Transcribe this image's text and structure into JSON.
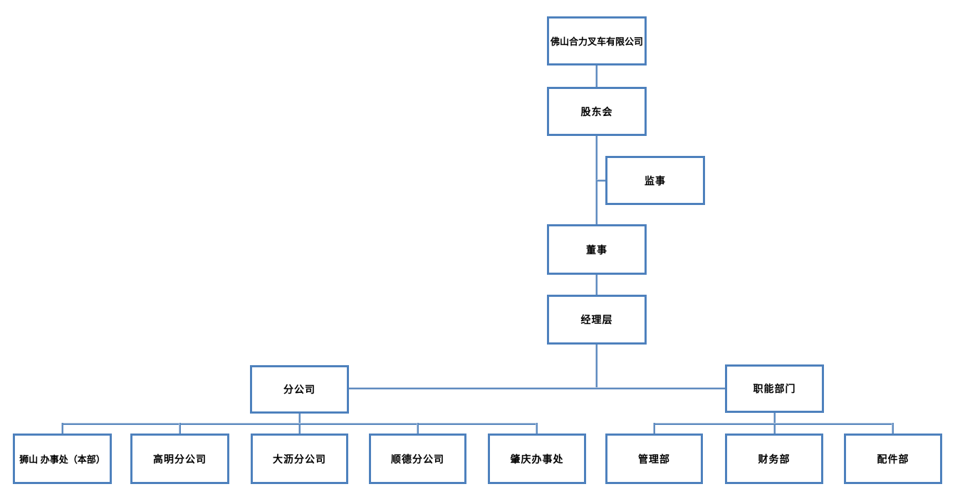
{
  "diagram": {
    "type": "org-chart",
    "company": "佛山合力叉车有限公司",
    "colors": {
      "box_border": "#4E81BD",
      "connector": "#5E8BC0",
      "connector_highlight": "#B3C6DE",
      "background": "#FFFFFF",
      "text": "#000000"
    },
    "nodes": {
      "company": {
        "label": "佛山合力叉车有限公司"
      },
      "shareholders": {
        "label": "股东会"
      },
      "supervisor": {
        "label": "监事"
      },
      "director": {
        "label": "董事"
      },
      "management": {
        "label": "经理层"
      },
      "branches": {
        "label": "分公司"
      },
      "functional": {
        "label": "职能部门"
      },
      "shishan": {
        "label": "狮山 办事处（本部）"
      },
      "gaoming": {
        "label": "高明分公司"
      },
      "dali": {
        "label": "大沥分公司"
      },
      "shunde": {
        "label": "顺德分公司"
      },
      "zhaoqing": {
        "label": "肇庆办事处"
      },
      "management_dept": {
        "label": "管理部"
      },
      "finance_dept": {
        "label": "财务部"
      },
      "parts_dept": {
        "label": "配件部"
      }
    },
    "hierarchy": [
      {
        "from": "company",
        "to": "shareholders"
      },
      {
        "from": "shareholders",
        "to": "director"
      },
      {
        "from": "shareholders",
        "to": "supervisor",
        "note": "side branch on shareholders-director line"
      },
      {
        "from": "director",
        "to": "management"
      },
      {
        "from": "management",
        "to": "branches"
      },
      {
        "from": "management",
        "to": "functional"
      },
      {
        "from": "branches",
        "to": "shishan"
      },
      {
        "from": "branches",
        "to": "gaoming"
      },
      {
        "from": "branches",
        "to": "dali"
      },
      {
        "from": "branches",
        "to": "shunde"
      },
      {
        "from": "branches",
        "to": "zhaoqing"
      },
      {
        "from": "functional",
        "to": "management_dept"
      },
      {
        "from": "functional",
        "to": "finance_dept"
      },
      {
        "from": "functional",
        "to": "parts_dept"
      }
    ]
  }
}
